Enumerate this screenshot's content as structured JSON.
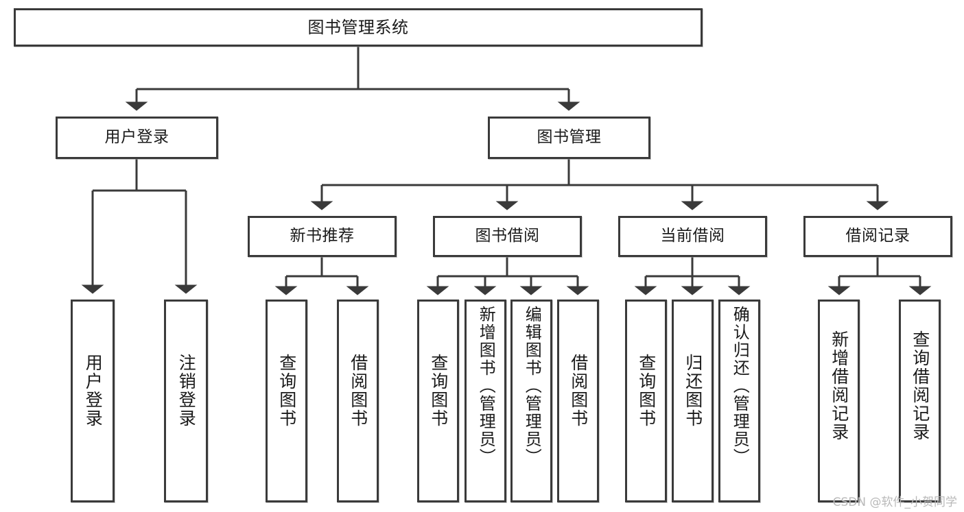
{
  "diagram": {
    "title": "图书管理系统",
    "type": "tree-hierarchy",
    "orientation": "top-down",
    "line_color": "#3a3a3a",
    "box_fill": "#ffffff",
    "text_color": "#1a1a1a",
    "root": {
      "label": "图书管理系统"
    },
    "level2": [
      {
        "label": "用户登录"
      },
      {
        "label": "图书管理"
      }
    ],
    "level3": [
      {
        "label": "新书推荐"
      },
      {
        "label": "图书借阅"
      },
      {
        "label": "当前借阅"
      },
      {
        "label": "借阅记录"
      }
    ],
    "leaves": {
      "user_login": [
        {
          "label": "用户登录"
        },
        {
          "label": "注销登录"
        }
      ],
      "new_book_recommend": [
        {
          "label": "查询图书"
        },
        {
          "label": "借阅图书"
        }
      ],
      "book_borrow": [
        {
          "label": "查询图书"
        },
        {
          "label": "新增图书（管理员）"
        },
        {
          "label": "编辑图书（管理员）"
        },
        {
          "label": "借阅图书"
        }
      ],
      "current_borrow": [
        {
          "label": "查询图书"
        },
        {
          "label": "归还图书"
        },
        {
          "label": "确认归还（管理员）"
        }
      ],
      "borrow_record": [
        {
          "label": "新增借阅记录"
        },
        {
          "label": "查询借阅记录"
        }
      ]
    }
  },
  "watermark": {
    "text": "CSDN @软件_小贺同学"
  }
}
